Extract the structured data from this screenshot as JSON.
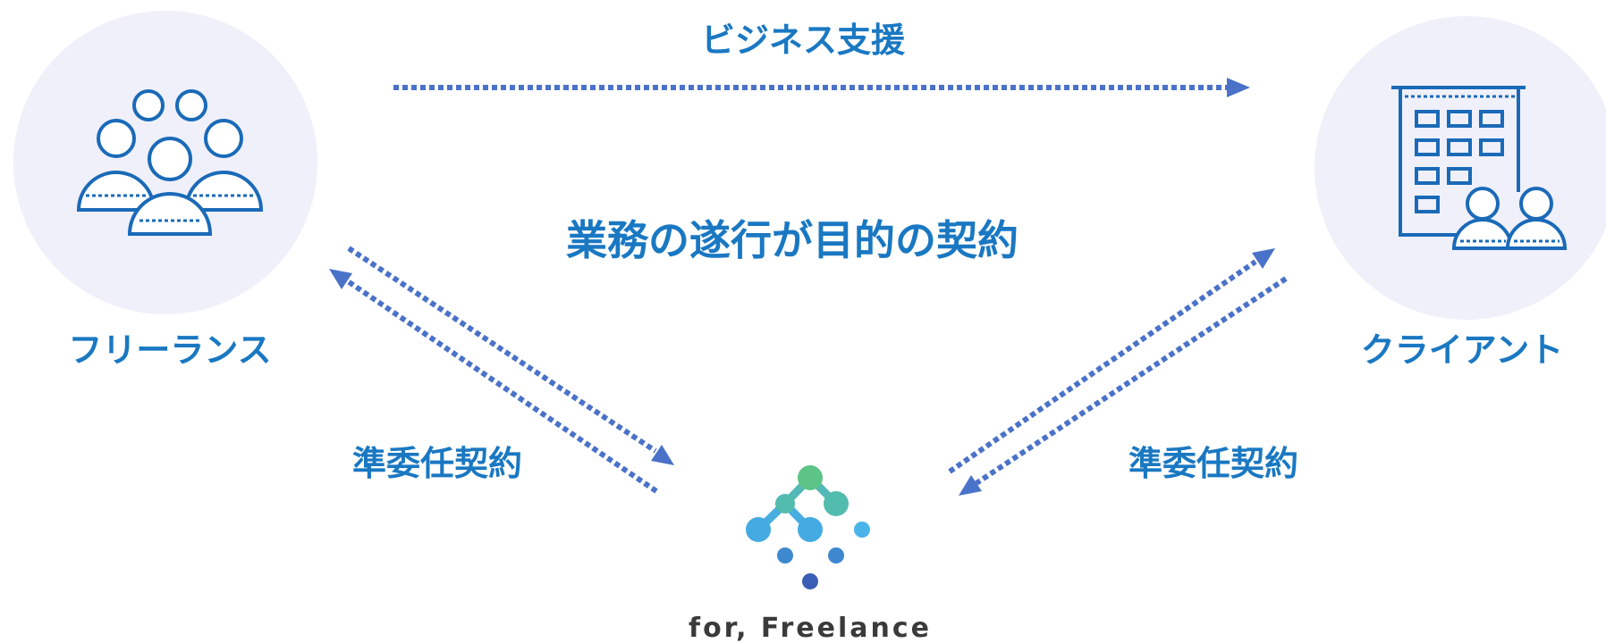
{
  "diagram": {
    "top_label": "ビジネス支援",
    "center_label": "業務の遂行が目的の契約",
    "left_node_label": "フリーランス",
    "right_node_label": "クライアント",
    "left_contract_label": "準委任契約",
    "right_contract_label": "準委任契約",
    "brand_name": "for, Freelance"
  },
  "colors": {
    "label": "#1a78c2",
    "arrow": "#4a72c8",
    "icon": "#1a6ab8",
    "node_bg": "#eff0fa",
    "brand_text": "#3a3a3a"
  },
  "icons": {
    "left_node": "group-of-people-icon",
    "right_node": "office-building-with-people-icon",
    "brand": "molecule-logo-icon"
  }
}
